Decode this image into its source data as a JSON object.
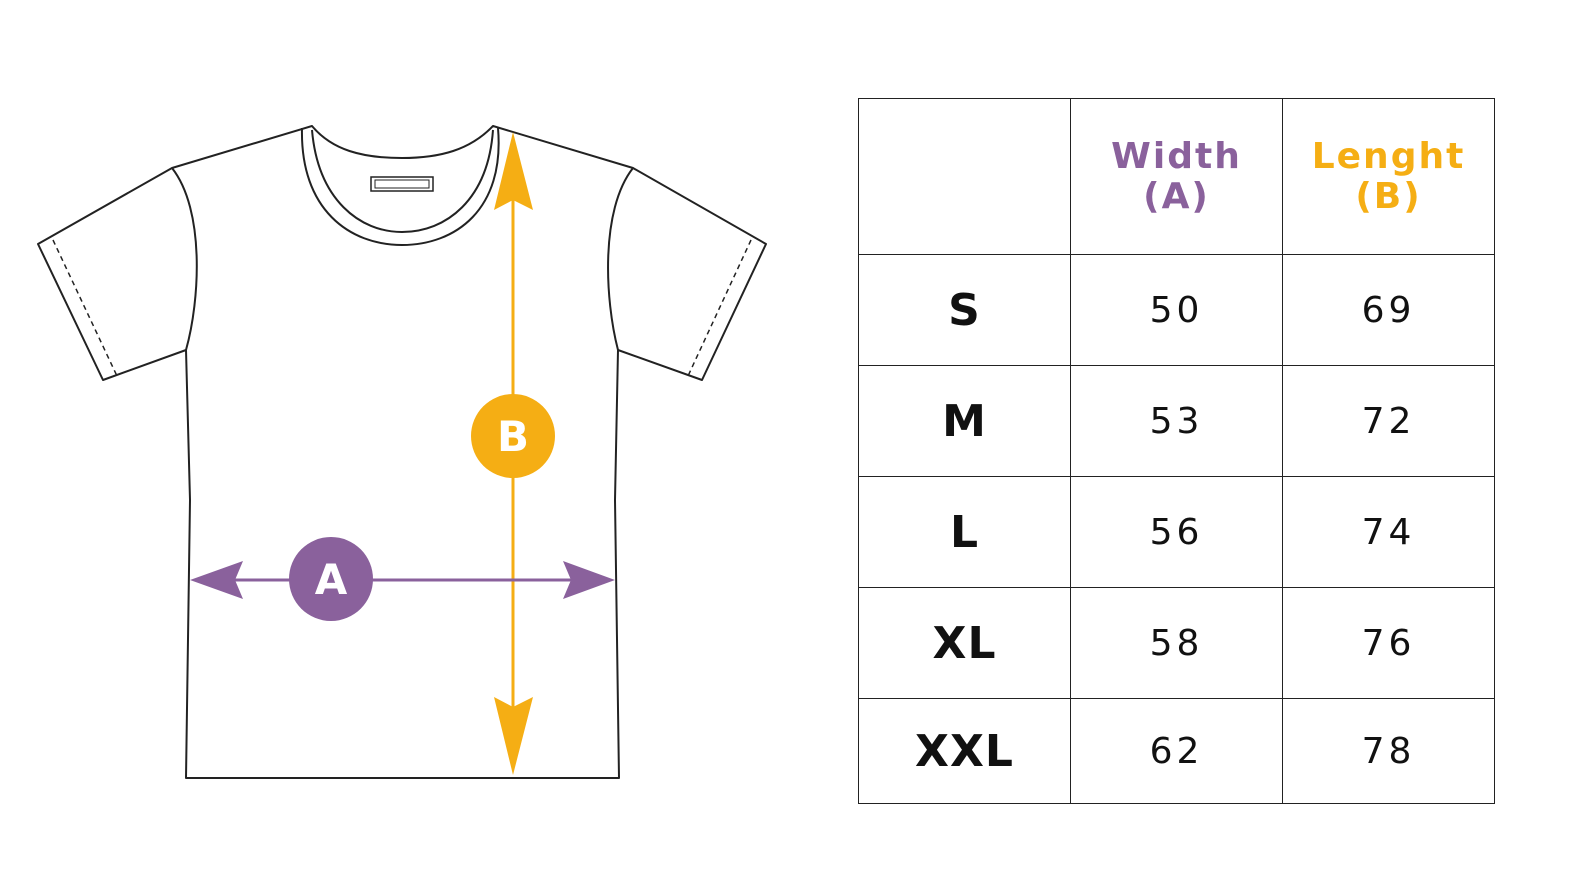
{
  "colors": {
    "width": "#8a619c",
    "length": "#f5ae14",
    "outline": "#222222"
  },
  "diagram": {
    "width_marker": "A",
    "length_marker": "B"
  },
  "table": {
    "headers": [
      {
        "title": "Width",
        "marker": "(A)",
        "color": "#8a619c"
      },
      {
        "title": "Lenght",
        "marker": "(B)",
        "color": "#f5ae14"
      }
    ],
    "rows": [
      {
        "size": "S",
        "width": "50",
        "length": "69"
      },
      {
        "size": "M",
        "width": "53",
        "length": "72"
      },
      {
        "size": "L",
        "width": "56",
        "length": "74"
      },
      {
        "size": "XL",
        "width": "58",
        "length": "76"
      },
      {
        "size": "XXL",
        "width": "62",
        "length": "78"
      }
    ]
  }
}
